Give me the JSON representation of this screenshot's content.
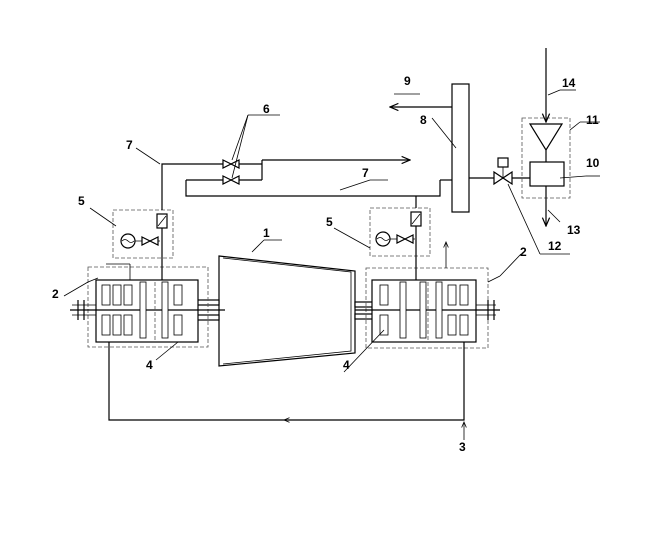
{
  "labels": {
    "l1": "1",
    "l2_left": "2",
    "l2_right": "2",
    "l3": "3",
    "l4_left": "4",
    "l4_right": "4",
    "l5_left": "5",
    "l5_right": "5",
    "l6": "6",
    "l7_upper": "7",
    "l7_lower": "7",
    "l8": "8",
    "l9": "9",
    "l10": "10",
    "l11": "11",
    "l12": "12",
    "l13": "13",
    "l14": "14"
  }
}
